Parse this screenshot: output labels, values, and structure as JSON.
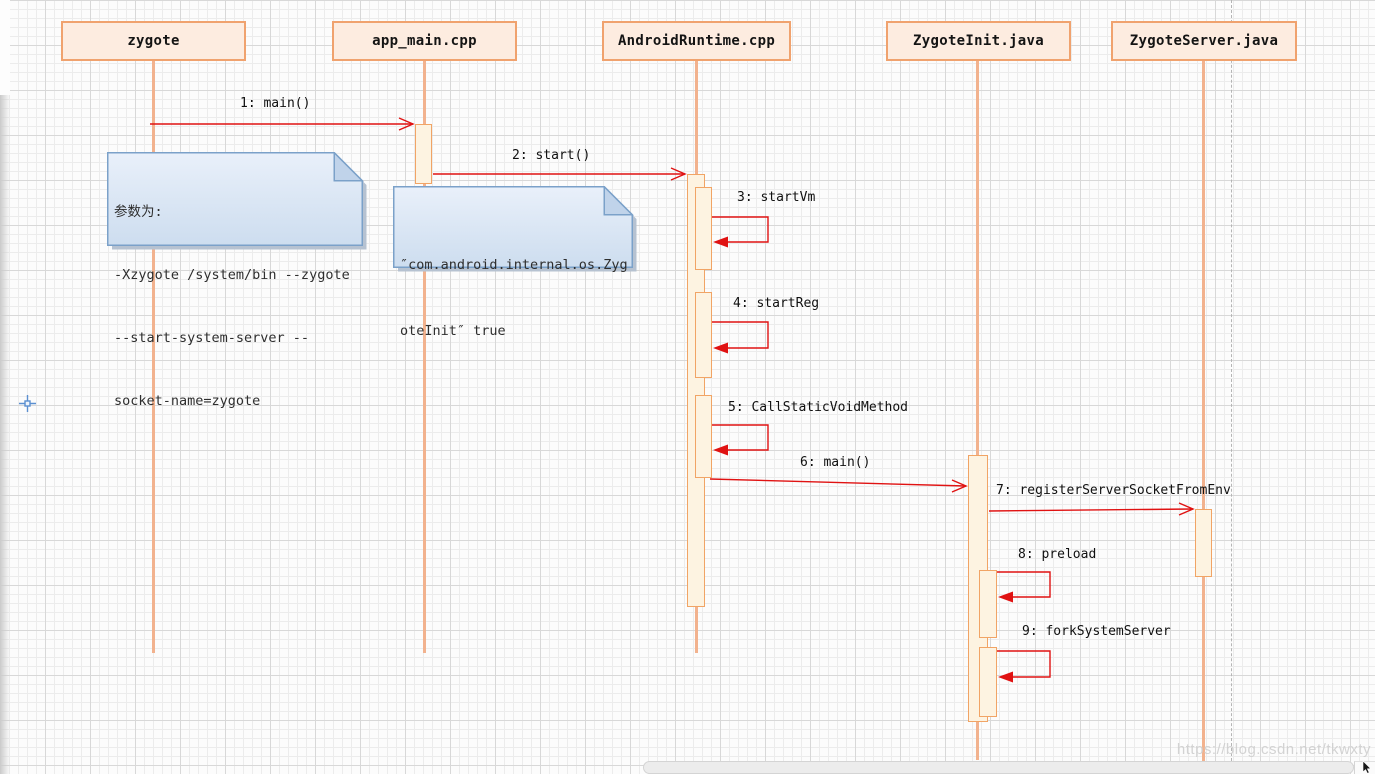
{
  "lifelines": [
    {
      "label": "zygote"
    },
    {
      "label": "app_main.cpp"
    },
    {
      "label": "AndroidRuntime.cpp"
    },
    {
      "label": "ZygoteInit.java"
    },
    {
      "label": "ZygoteServer.java"
    }
  ],
  "messages": [
    {
      "label": "1: main()",
      "from": "zygote",
      "to": "app_main.cpp",
      "kind": "call"
    },
    {
      "label": "2: start()",
      "from": "app_main.cpp",
      "to": "AndroidRuntime.cpp",
      "kind": "call"
    },
    {
      "label": "3: startVm",
      "from": "AndroidRuntime.cpp",
      "to": "AndroidRuntime.cpp",
      "kind": "self"
    },
    {
      "label": "4: startReg",
      "from": "AndroidRuntime.cpp",
      "to": "AndroidRuntime.cpp",
      "kind": "self"
    },
    {
      "label": "5: CallStaticVoidMethod",
      "from": "AndroidRuntime.cpp",
      "to": "AndroidRuntime.cpp",
      "kind": "self"
    },
    {
      "label": "6: main()",
      "from": "AndroidRuntime.cpp",
      "to": "ZygoteInit.java",
      "kind": "call"
    },
    {
      "label": "7: registerServerSocketFromEnv",
      "from": "ZygoteInit.java",
      "to": "ZygoteServer.java",
      "kind": "call"
    },
    {
      "label": "8: preload",
      "from": "ZygoteInit.java",
      "to": "ZygoteInit.java",
      "kind": "self"
    },
    {
      "label": "9: forkSystemServer",
      "from": "ZygoteInit.java",
      "to": "ZygoteInit.java",
      "kind": "self"
    }
  ],
  "notes": [
    {
      "lines": [
        "参数为:",
        "-Xzygote /system/bin --zygote",
        "--start-system-server --",
        "socket-name=zygote"
      ]
    },
    {
      "lines": [
        "″com.android.internal.os.Zyg",
        "oteInit″ true"
      ]
    }
  ],
  "watermark": {
    "text": "https://blog.csdn.net/tkwxty"
  },
  "colors": {
    "lifeline": "#f2b28e",
    "head_fill": "#fdece0",
    "head_border": "#f0a26e",
    "activation_fill": "#fdf3e1",
    "activation_border": "#f1a465",
    "arrow_red": "#e01212",
    "note_fill_top": "#e9f0fa",
    "note_fill_bottom": "#cdddef",
    "note_border": "#7ba1c9",
    "grid_minor": "#ececec",
    "grid_major": "#d8d8d8",
    "marker_blue": "#5b8fd0"
  }
}
